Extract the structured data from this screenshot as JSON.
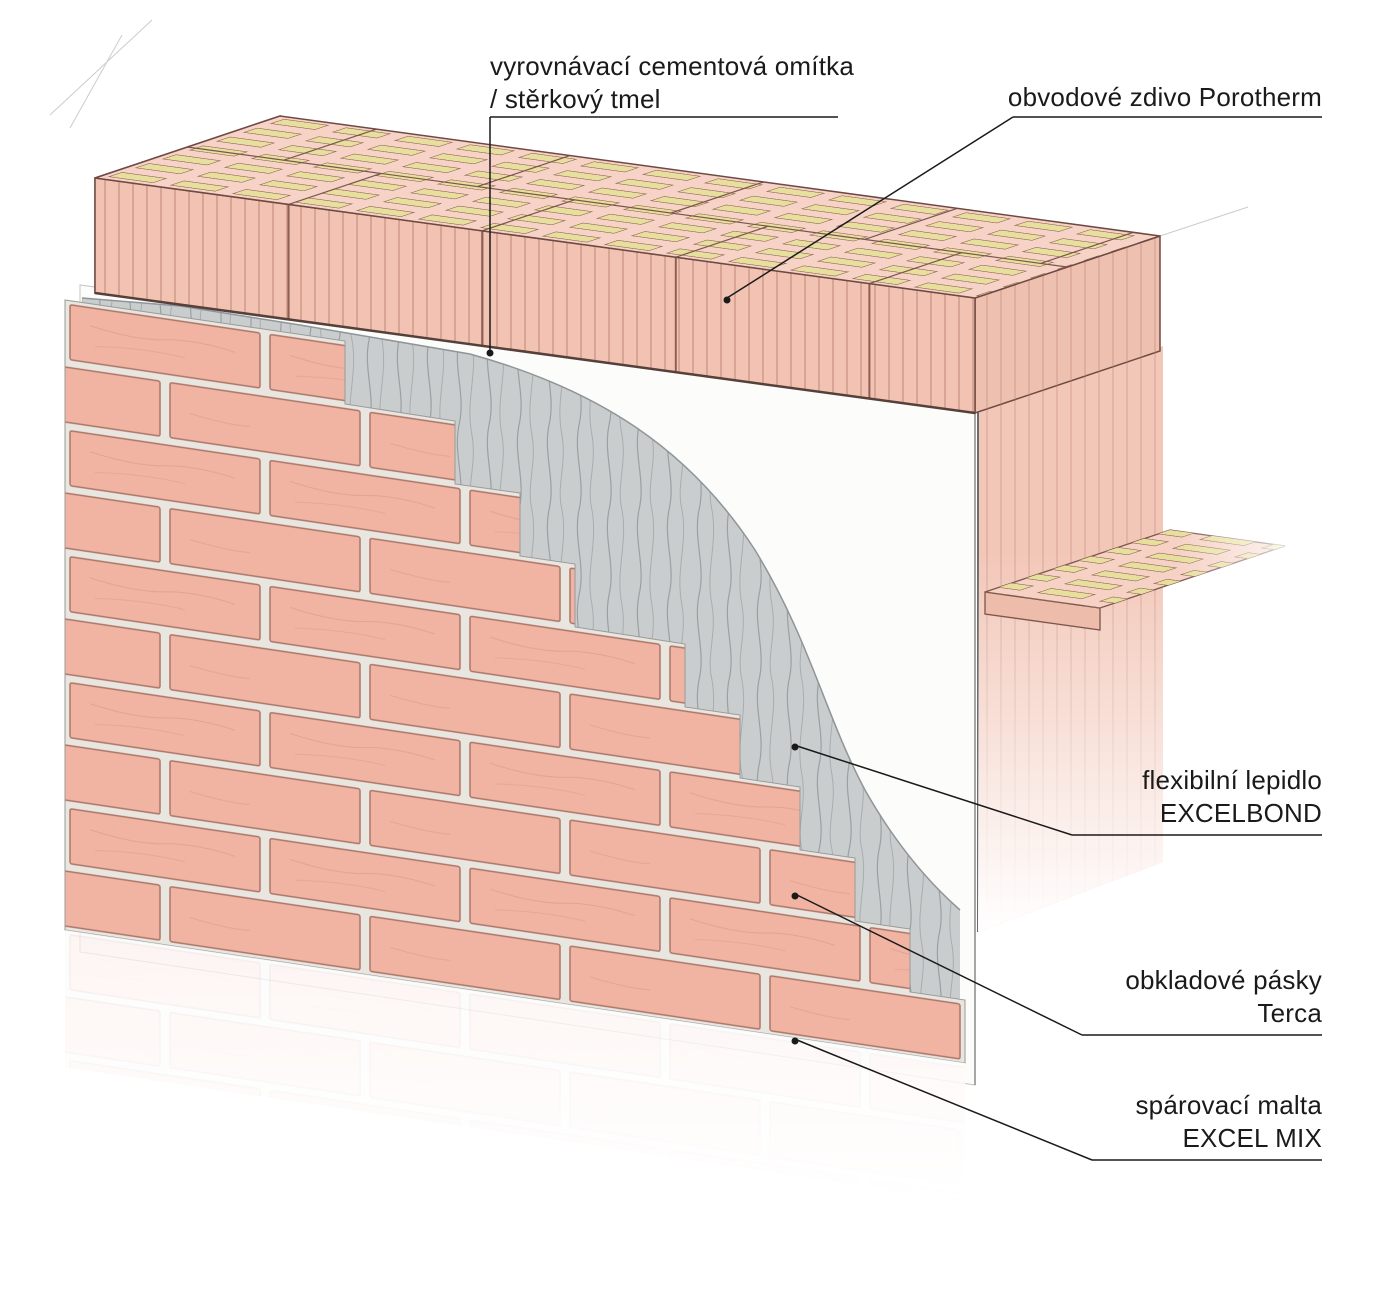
{
  "labels": {
    "plaster": {
      "line1": "vyrovnávací cementová omítka",
      "line2": "/ stěrkový tmel"
    },
    "masonry": {
      "line1": "obvodové zdivo Porotherm"
    },
    "adhesive": {
      "line1": "flexibilní lepidlo",
      "line2": "EXCELBOND"
    },
    "cladding": {
      "line1": "obkladové pásky",
      "line2": "Terca"
    },
    "mortar": {
      "line1": "spárovací malta",
      "line2": "EXCEL MIX"
    }
  },
  "colors": {
    "brick": "#f1b4a3",
    "mortar": "#e9e6e0",
    "block_face": "#f2c3b3",
    "block_top": "#f6d3c6",
    "cells": "#e7df9d",
    "adhesive": "#c9cdce",
    "text": "#1a1a1a"
  }
}
